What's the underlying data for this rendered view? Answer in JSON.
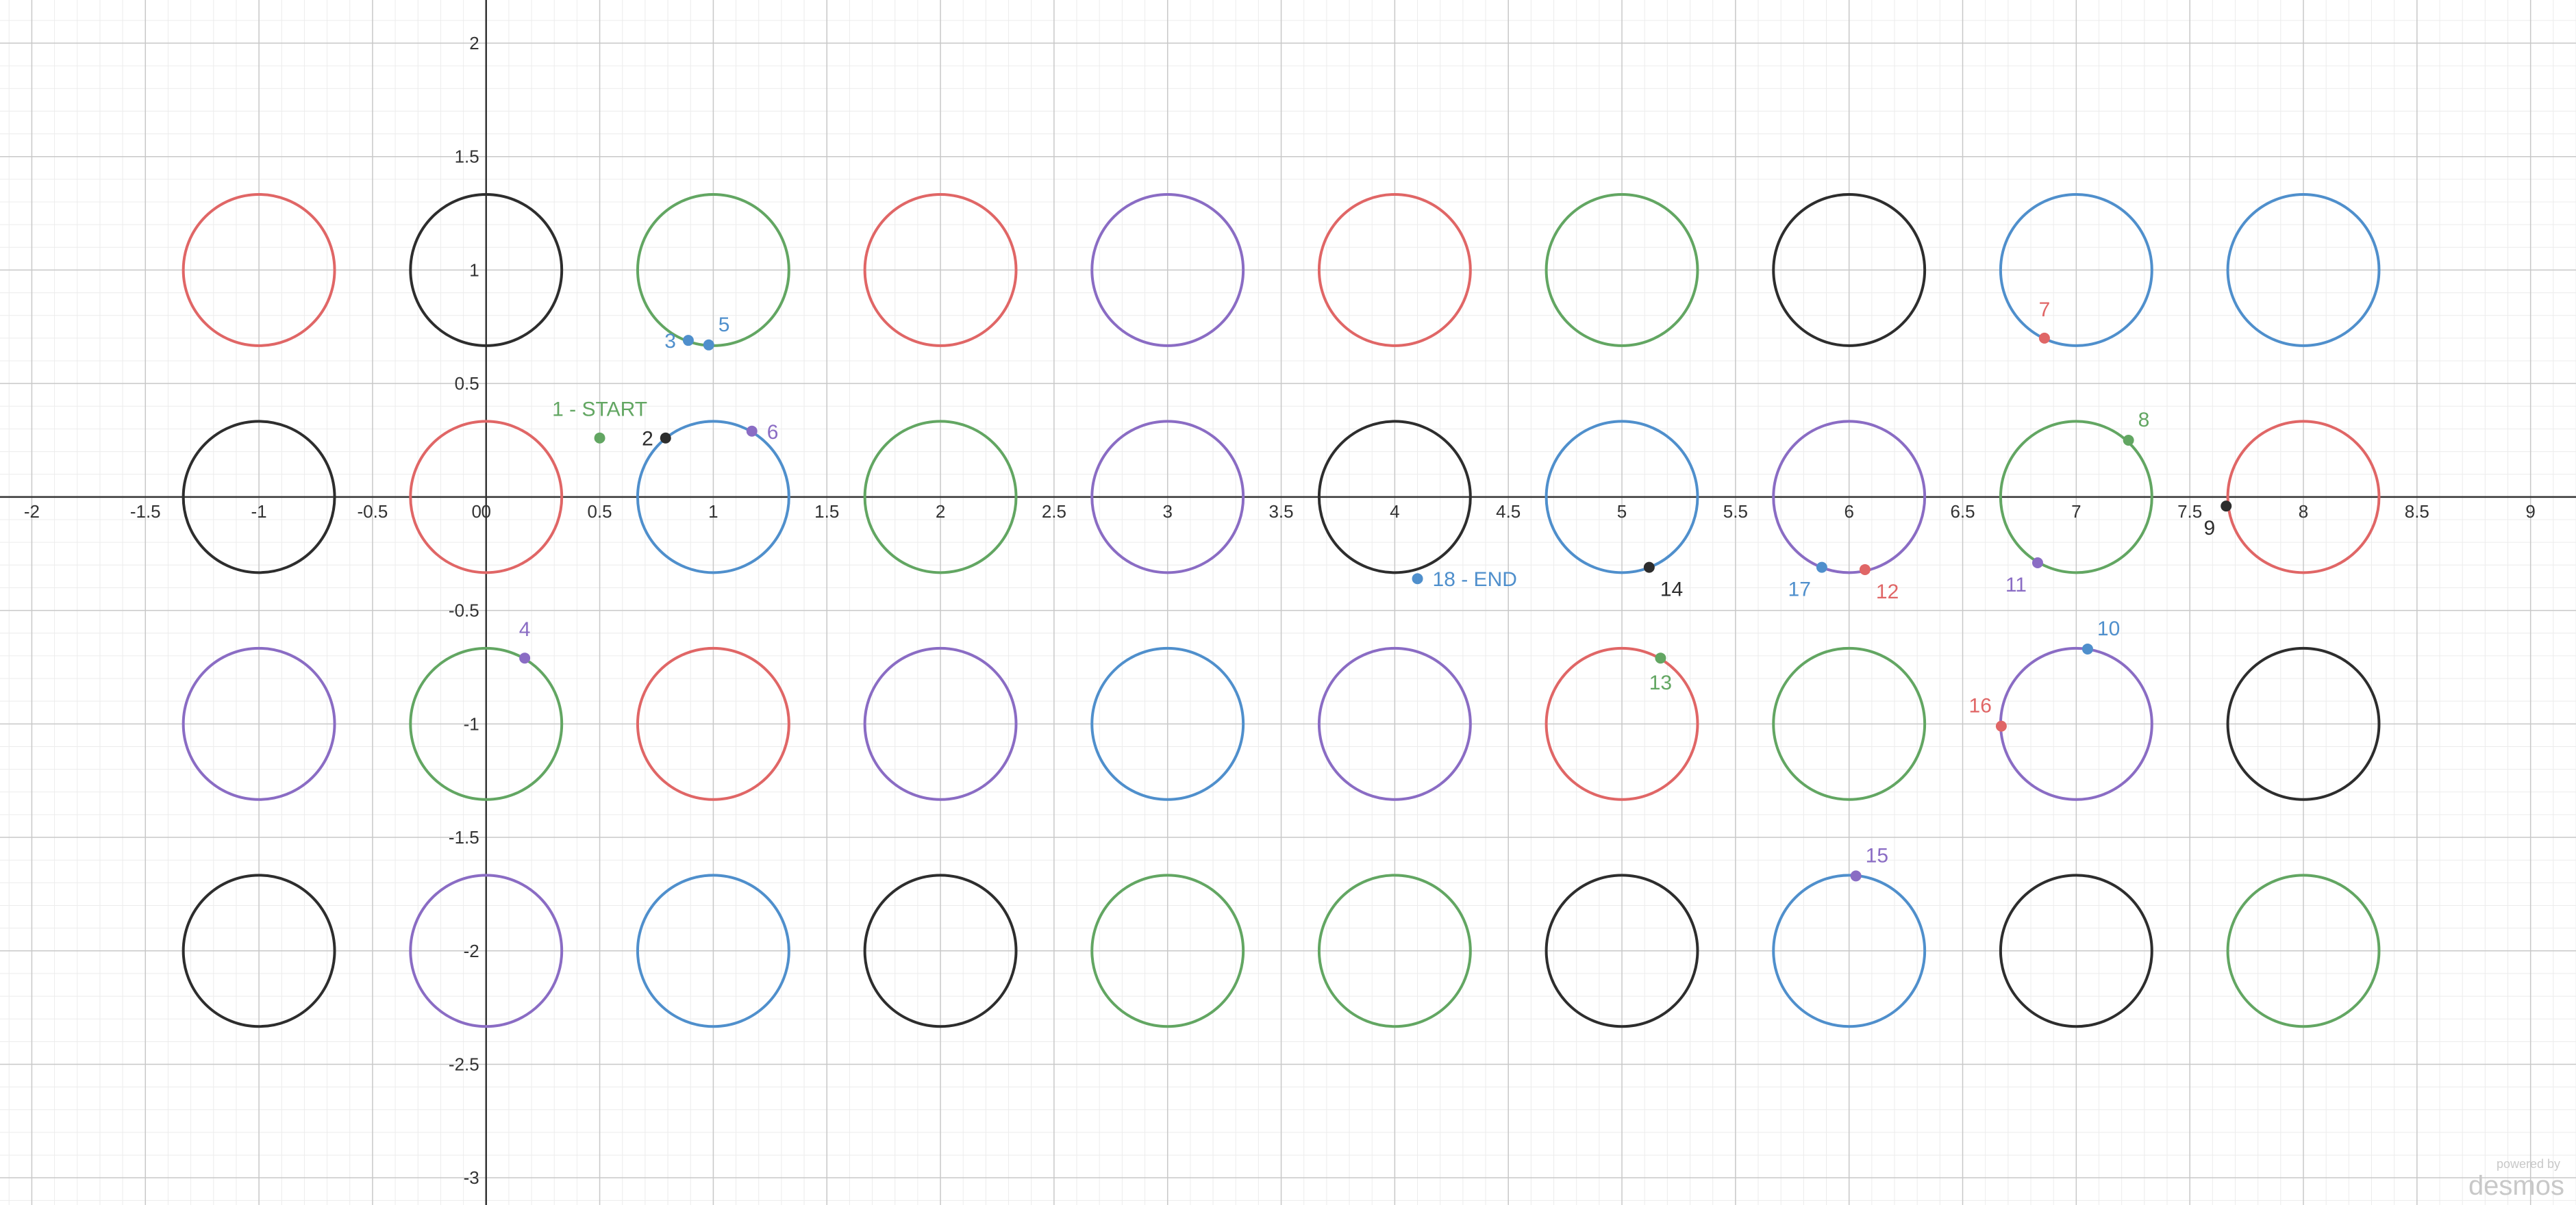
{
  "colors": {
    "red": "#e06666",
    "black": "#2d2d2d",
    "green": "#62a662",
    "purple": "#8a6cc4",
    "blue": "#4f8fcc",
    "axis": "#333333",
    "grid_major": "#c8c8c8",
    "grid_minor": "#ececec"
  },
  "watermark": {
    "small": "powered by",
    "brand": "desmos"
  },
  "chart_data": {
    "type": "scatter",
    "title": "",
    "xlabel": "",
    "ylabel": "",
    "xlim": [
      -2.14,
      9.2
    ],
    "ylim": [
      -3.12,
      2.19
    ],
    "grid": true,
    "x_ticks": [
      "-2",
      "-1.5",
      "-1",
      "-0.5",
      "0",
      "0.5",
      "1",
      "1.5",
      "2",
      "2.5",
      "3",
      "3.5",
      "4",
      "4.5",
      "5",
      "5.5",
      "6",
      "6.5",
      "7",
      "7.5",
      "8",
      "8.5",
      "9"
    ],
    "y_ticks": [
      "2",
      "1.5",
      "1",
      "0.5",
      "-0.5",
      "-1",
      "-1.5",
      "-2",
      "-2.5",
      "-3"
    ],
    "circle_radius": 0.333,
    "circles": [
      {
        "cx": -1,
        "cy": 1,
        "color": "red"
      },
      {
        "cx": 0,
        "cy": 1,
        "color": "black"
      },
      {
        "cx": 1,
        "cy": 1,
        "color": "green"
      },
      {
        "cx": 2,
        "cy": 1,
        "color": "red"
      },
      {
        "cx": 3,
        "cy": 1,
        "color": "purple"
      },
      {
        "cx": 4,
        "cy": 1,
        "color": "red"
      },
      {
        "cx": 5,
        "cy": 1,
        "color": "green"
      },
      {
        "cx": 6,
        "cy": 1,
        "color": "black"
      },
      {
        "cx": 7,
        "cy": 1,
        "color": "blue"
      },
      {
        "cx": 8,
        "cy": 1,
        "color": "blue"
      },
      {
        "cx": -1,
        "cy": 0,
        "color": "black"
      },
      {
        "cx": 0,
        "cy": 0,
        "color": "red"
      },
      {
        "cx": 1,
        "cy": 0,
        "color": "blue"
      },
      {
        "cx": 2,
        "cy": 0,
        "color": "green"
      },
      {
        "cx": 3,
        "cy": 0,
        "color": "purple"
      },
      {
        "cx": 4,
        "cy": 0,
        "color": "black"
      },
      {
        "cx": 5,
        "cy": 0,
        "color": "blue"
      },
      {
        "cx": 6,
        "cy": 0,
        "color": "purple"
      },
      {
        "cx": 7,
        "cy": 0,
        "color": "green"
      },
      {
        "cx": 8,
        "cy": 0,
        "color": "red"
      },
      {
        "cx": -1,
        "cy": -1,
        "color": "purple"
      },
      {
        "cx": 0,
        "cy": -1,
        "color": "green"
      },
      {
        "cx": 1,
        "cy": -1,
        "color": "red"
      },
      {
        "cx": 2,
        "cy": -1,
        "color": "purple"
      },
      {
        "cx": 3,
        "cy": -1,
        "color": "blue"
      },
      {
        "cx": 4,
        "cy": -1,
        "color": "purple"
      },
      {
        "cx": 5,
        "cy": -1,
        "color": "red"
      },
      {
        "cx": 6,
        "cy": -1,
        "color": "green"
      },
      {
        "cx": 7,
        "cy": -1,
        "color": "purple"
      },
      {
        "cx": 8,
        "cy": -1,
        "color": "black"
      },
      {
        "cx": -1,
        "cy": -2,
        "color": "black"
      },
      {
        "cx": 0,
        "cy": -2,
        "color": "purple"
      },
      {
        "cx": 1,
        "cy": -2,
        "color": "blue"
      },
      {
        "cx": 2,
        "cy": -2,
        "color": "black"
      },
      {
        "cx": 3,
        "cy": -2,
        "color": "green"
      },
      {
        "cx": 4,
        "cy": -2,
        "color": "green"
      },
      {
        "cx": 5,
        "cy": -2,
        "color": "black"
      },
      {
        "cx": 6,
        "cy": -2,
        "color": "blue"
      },
      {
        "cx": 7,
        "cy": -2,
        "color": "black"
      },
      {
        "cx": 8,
        "cy": -2,
        "color": "green"
      }
    ],
    "points": [
      {
        "label": "1 - START",
        "x": 0.5,
        "y": 0.26,
        "color": "green",
        "anchor": "above"
      },
      {
        "label": "2",
        "x": 0.79,
        "y": 0.26,
        "color": "black",
        "anchor": "left"
      },
      {
        "label": "3",
        "x": 0.89,
        "y": 0.69,
        "color": "blue",
        "anchor": "left"
      },
      {
        "label": "4",
        "x": 0.17,
        "y": -0.71,
        "color": "purple",
        "anchor": "above"
      },
      {
        "label": "5",
        "x": 0.98,
        "y": 0.67,
        "color": "blue",
        "anchor": "above-right"
      },
      {
        "label": "6",
        "x": 1.17,
        "y": 0.29,
        "color": "purple",
        "anchor": "right"
      },
      {
        "label": "7",
        "x": 6.86,
        "y": 0.7,
        "color": "red",
        "anchor": "above"
      },
      {
        "label": "8",
        "x": 7.23,
        "y": 0.25,
        "color": "green",
        "anchor": "above-right"
      },
      {
        "label": "9",
        "x": 7.66,
        "y": -0.04,
        "color": "black",
        "anchor": "below-left"
      },
      {
        "label": "10",
        "x": 7.05,
        "y": -0.67,
        "color": "blue",
        "anchor": "above-right"
      },
      {
        "label": "11",
        "x": 6.83,
        "y": -0.29,
        "color": "purple",
        "anchor": "below-left"
      },
      {
        "label": "12",
        "x": 6.07,
        "y": -0.32,
        "color": "red",
        "anchor": "below-right"
      },
      {
        "label": "13",
        "x": 5.17,
        "y": -0.71,
        "color": "green",
        "anchor": "below"
      },
      {
        "label": "14",
        "x": 5.12,
        "y": -0.31,
        "color": "black",
        "anchor": "below-right"
      },
      {
        "label": "15",
        "x": 6.03,
        "y": -1.67,
        "color": "purple",
        "anchor": "above-right"
      },
      {
        "label": "16",
        "x": 6.67,
        "y": -1.01,
        "color": "red",
        "anchor": "above-left"
      },
      {
        "label": "17",
        "x": 5.88,
        "y": -0.31,
        "color": "blue",
        "anchor": "below-left"
      },
      {
        "label": "18 - END",
        "x": 4.1,
        "y": -0.36,
        "color": "blue",
        "anchor": "right"
      }
    ]
  }
}
